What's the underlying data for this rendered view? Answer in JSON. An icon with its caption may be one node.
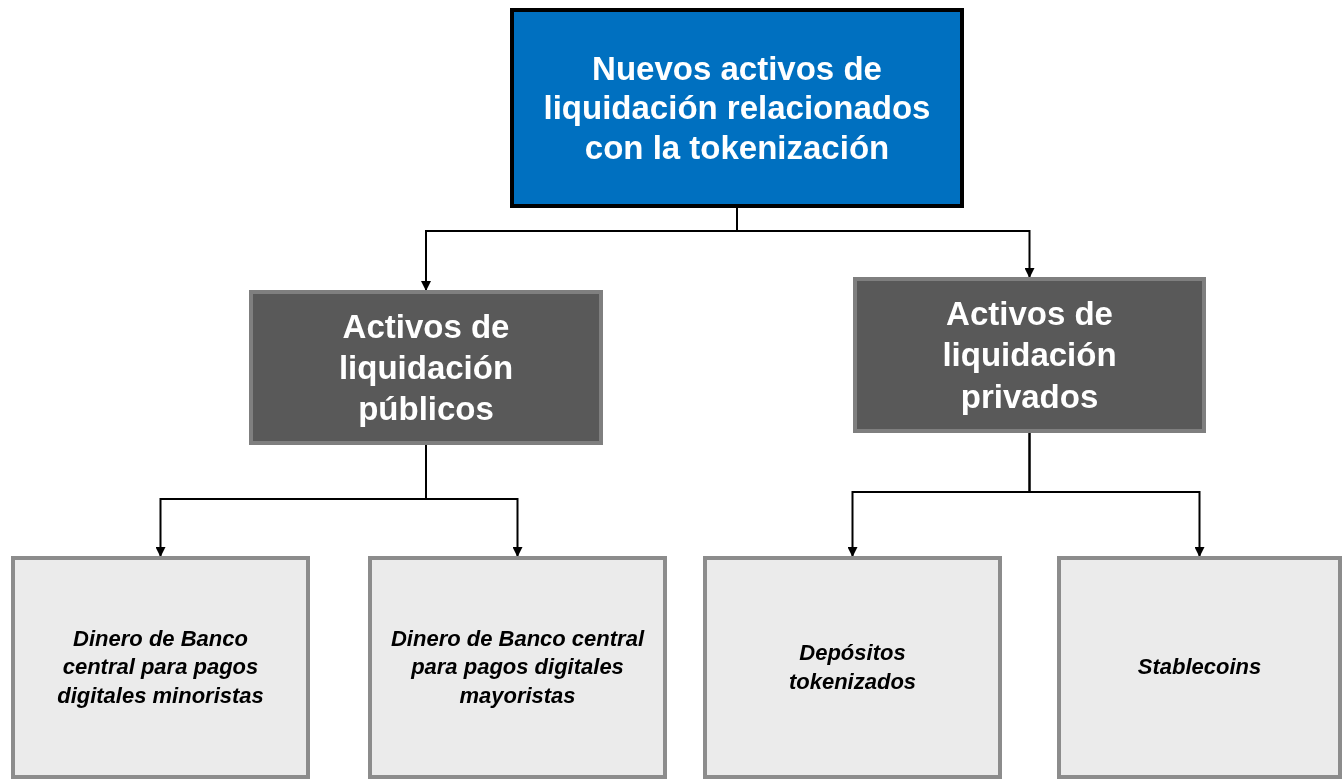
{
  "diagram": {
    "nodes": [
      {
        "text": [
          "Nuevos activos de liquidación relacionados con la tokenización"
        ]
      },
      {
        "text": [
          "Activos de liquidación públicos"
        ]
      },
      {
        "text": [
          "Activos de liquidación privados"
        ]
      },
      {
        "text": [
          "Dinero de Banco central para pagos digitales minoristas"
        ]
      },
      {
        "text": [
          "Dinero de Banco central para pagos digitales mayoristas"
        ]
      },
      {
        "text": [
          "Depósitos tokenizados"
        ]
      },
      {
        "text": [
          "Stablecoins"
        ]
      }
    ],
    "edges": [
      {
        "from": 0,
        "to": 1,
        "arrow": "to"
      },
      {
        "from": 0,
        "to": 2,
        "arrow": "to"
      },
      {
        "from": 1,
        "to": 3,
        "arrow": "to"
      },
      {
        "from": 1,
        "to": 4,
        "arrow": "to"
      },
      {
        "from": 2,
        "to": 5,
        "arrow": "to"
      },
      {
        "from": 2,
        "to": 6,
        "arrow": "to"
      }
    ]
  }
}
